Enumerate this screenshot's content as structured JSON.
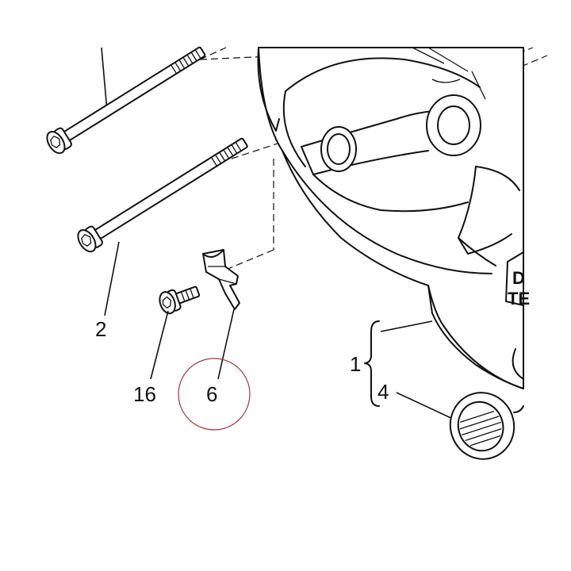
{
  "diagram": {
    "callouts": {
      "bolt_long_top": "",
      "bolt_long": "2",
      "screw_short": "16",
      "clip": "6",
      "cover_assembly": "1",
      "plug": "4"
    },
    "cover_lettering": {
      "line1": "D",
      "line2": "TE"
    },
    "colors": {
      "line": "#111111",
      "highlight": "#a8323c",
      "background": "#ffffff"
    }
  }
}
